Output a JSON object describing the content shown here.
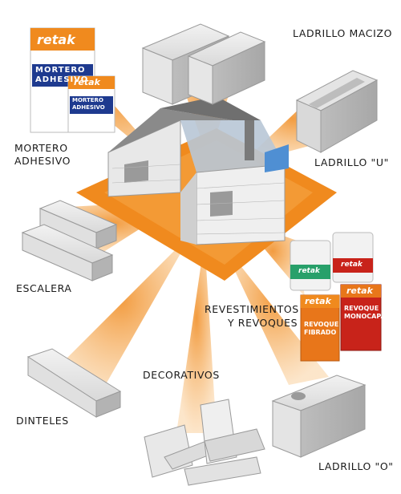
{
  "labels": {
    "ladrillo_macizo": "LADRILLO MACIZO",
    "mortero_line1": "MORTERO",
    "mortero_line2": "ADHESIVO",
    "ladrillo_u": "LADRILLO \"U\"",
    "escalera": "ESCALERA",
    "revestimientos_line1": "REVESTIMIENTOS",
    "revestimientos_line2": "Y REVOQUES",
    "decorativos": "DECORATIVOS",
    "dinteles": "DINTELES",
    "ladrillo_o": "LADRILLO \"O\""
  },
  "products": {
    "brand": "retak",
    "bag_mortero_line1": "MORTERO",
    "bag_mortero_line2": "ADHESIVO",
    "bag_fibrado_line1": "REVOQUE",
    "bag_fibrado_line2": "FIBRADO",
    "bag_monocapa_line1": "REVOQUE",
    "bag_monocapa_line2": "MONOCAPA"
  },
  "colors": {
    "orange": "#f08a1e",
    "light_orange": "#f7b667",
    "blue_bag": "#1e3a8f",
    "red_bag": "#c8231a",
    "orange_bag": "#e8761a",
    "block_gray": "#d6d6d6"
  }
}
